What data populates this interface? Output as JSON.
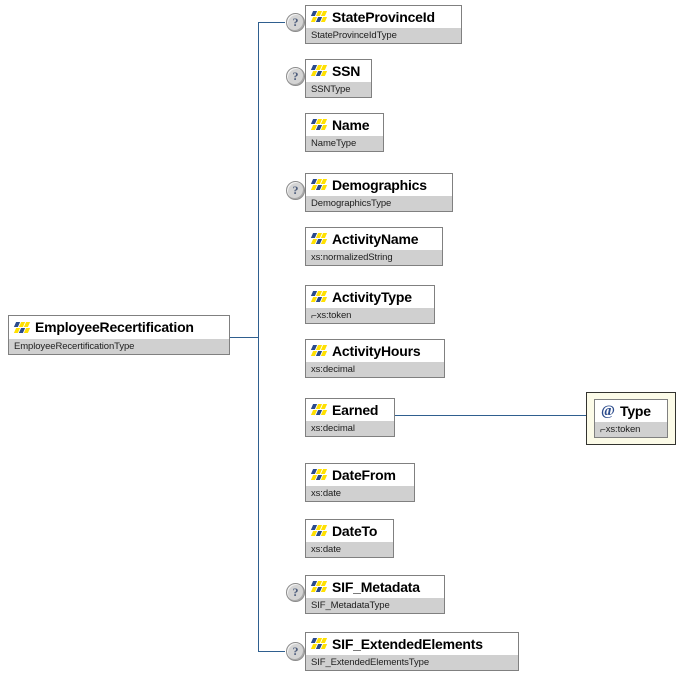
{
  "diagram": {
    "kind": "xsd-element-tree",
    "root": {
      "name": "EmployeeRecertification",
      "type": "EmployeeRecertificationType",
      "icon": "element-icon",
      "optional": false
    },
    "children": [
      {
        "name": "StateProvinceId",
        "type": "StateProvinceIdType",
        "icon": "element-icon",
        "optional": true,
        "optional_marker": "?",
        "restricted": false
      },
      {
        "name": "SSN",
        "type": "SSNType",
        "icon": "element-icon",
        "optional": true,
        "optional_marker": "?",
        "restricted": false
      },
      {
        "name": "Name",
        "type": "NameType",
        "icon": "element-icon",
        "optional": false,
        "restricted": false
      },
      {
        "name": "Demographics",
        "type": "DemographicsType",
        "icon": "element-icon",
        "optional": true,
        "optional_marker": "?",
        "restricted": false
      },
      {
        "name": "ActivityName",
        "type": "xs:normalizedString",
        "icon": "element-icon",
        "optional": false,
        "restricted": false
      },
      {
        "name": "ActivityType",
        "type": "xs:token",
        "icon": "element-icon",
        "optional": false,
        "restricted": true
      },
      {
        "name": "ActivityHours",
        "type": "xs:decimal",
        "icon": "element-icon",
        "optional": false,
        "restricted": false
      },
      {
        "name": "Earned",
        "type": "xs:decimal",
        "icon": "element-icon",
        "optional": false,
        "restricted": false
      },
      {
        "name": "DateFrom",
        "type": "xs:date",
        "icon": "element-icon",
        "optional": false,
        "restricted": false
      },
      {
        "name": "DateTo",
        "type": "xs:date",
        "icon": "element-icon",
        "optional": false,
        "restricted": false
      },
      {
        "name": "SIF_Metadata",
        "type": "SIF_MetadataType",
        "icon": "element-icon",
        "optional": true,
        "optional_marker": "?",
        "restricted": false
      },
      {
        "name": "SIF_ExtendedElements",
        "type": "SIF_ExtendedElementsType",
        "icon": "element-icon",
        "optional": true,
        "optional_marker": "?",
        "restricted": false
      }
    ],
    "attribute": {
      "name": "Type",
      "type": "xs:token",
      "icon": "at-icon",
      "icon_glyph": "@",
      "restricted": true,
      "parent": "Earned"
    },
    "restriction_marker": "⌐",
    "colors": {
      "line": "#2f5f8f",
      "box_border": "#808080",
      "name_background": "#ffffff",
      "type_background": "#d0d0d0",
      "icon_blue": "#2b4b8c",
      "icon_yellow": "#ffe000",
      "attribute_background": "#fcfbe8",
      "attribute_border": "#33332f",
      "optional_marker_fill": "#d4d4d4"
    }
  }
}
